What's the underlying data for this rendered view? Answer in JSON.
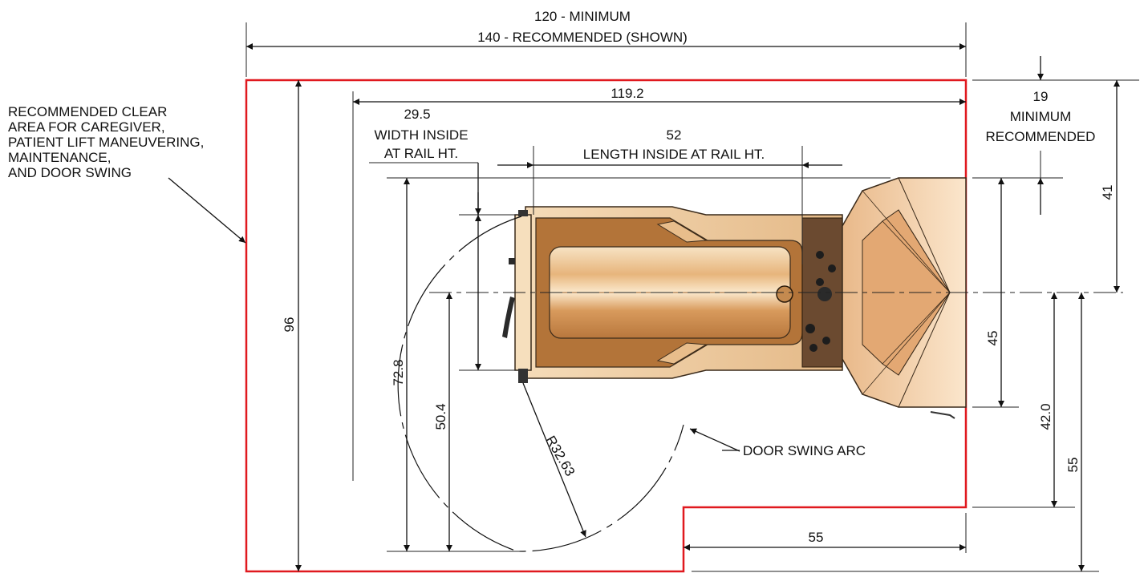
{
  "labels": {
    "width_minimum": "120 - MINIMUM",
    "width_recommended": "140 - RECOMMENDED (SHOWN)",
    "inner_length": "119.2",
    "clear_area_note": [
      "RECOMMENDED CLEAR",
      "AREA FOR CAREGIVER,",
      "PATIENT LIFT MANEUVERING,",
      "MAINTENANCE,",
      "AND DOOR SWING"
    ],
    "width_inside_value": "29.5",
    "width_inside_label": [
      "WIDTH INSIDE",
      "AT RAIL HT."
    ],
    "length_inside_value": "52",
    "length_inside_label": "LENGTH INSIDE AT RAIL HT.",
    "min_recommended_value": "19",
    "min_recommended_label": [
      "MINIMUM",
      "RECOMMENDED"
    ],
    "height_overall": "96",
    "dim_72_8": "72.8",
    "dim_50_4": "50.4",
    "dim_45": "45",
    "dim_41": "41",
    "dim_42_0": "42.0",
    "dim_55_vertical": "55",
    "dim_55_horizontal": "55",
    "door_radius": "R32.63",
    "door_swing_arc": "DOOR SWING ARC"
  },
  "colors": {
    "boundary": "#e0191f",
    "line": "#111111",
    "tub_base": "#f3d9b5",
    "tub_dark": "#c98b4f"
  }
}
